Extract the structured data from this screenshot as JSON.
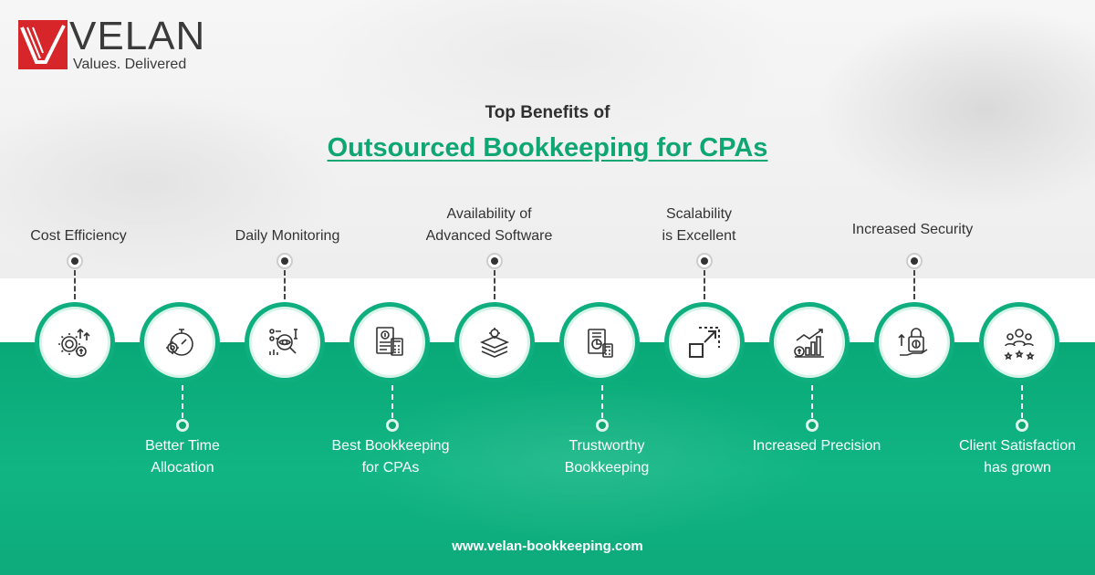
{
  "brand": {
    "name": "VELAN",
    "tagline": "Values. Delivered"
  },
  "heading": {
    "line1": "Top Benefits of",
    "line2": "Outsourced Bookkeeping for CPAs"
  },
  "benefits": [
    {
      "label": "Cost Efficiency",
      "icon": "cost-efficiency-icon",
      "position": "top"
    },
    {
      "label": "Better Time Allocation",
      "line1": "Better Time",
      "line2": "Allocation",
      "icon": "stopwatch-gear-icon",
      "position": "bottom"
    },
    {
      "label": "Daily Monitoring",
      "icon": "monitoring-magnifier-icon",
      "position": "top"
    },
    {
      "label": "Best Bookkeeping for CPAs",
      "line1": "Best Bookkeeping",
      "line2": "for CPAs",
      "icon": "ledger-calculator-icon",
      "position": "bottom"
    },
    {
      "label": "Availability of Advanced Software",
      "line1": "Availability of",
      "line2": "Advanced Software",
      "icon": "software-layers-icon",
      "position": "top"
    },
    {
      "label": "Trustworthy Bookkeeping",
      "line1": "Trustworthy",
      "line2": "Bookkeeping",
      "icon": "report-calculator-icon",
      "position": "bottom"
    },
    {
      "label": "Scalability is Excellent",
      "line1": "Scalability",
      "line2": "is Excellent",
      "icon": "scale-up-icon",
      "position": "top"
    },
    {
      "label": "Increased Precision",
      "icon": "growth-chart-icon",
      "position": "bottom"
    },
    {
      "label": "Increased Security",
      "icon": "lock-money-icon",
      "position": "top"
    },
    {
      "label": "Client Satisfaction has grown",
      "line1": "Client Satisfaction",
      "line2": "has grown",
      "icon": "happy-clients-icon",
      "position": "bottom"
    }
  ],
  "footer": {
    "website": "www.velan-bookkeeping.com"
  },
  "colors": {
    "accent_green": "#0ea672",
    "band_green": "#10b583",
    "text_dark": "#333333",
    "logo_red": "#d7262a"
  }
}
